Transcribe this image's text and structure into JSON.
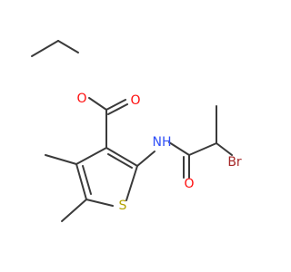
{
  "molecule": {
    "atoms": {
      "o_ether": {
        "symbol": "O",
        "color": "#ff0d0d"
      },
      "o_carbonyl_ester": {
        "symbol": "O",
        "color": "#ff0d0d"
      },
      "n_amide": {
        "symbol": "NH",
        "color": "#3050f8"
      },
      "s_ring": {
        "symbol": "S",
        "color": "#b3a300"
      },
      "o_carbonyl_amide": {
        "symbol": "O",
        "color": "#ff0d0d"
      },
      "br": {
        "symbol": "Br",
        "color": "#a62929"
      }
    },
    "bond_color": "#3a3a3a"
  }
}
